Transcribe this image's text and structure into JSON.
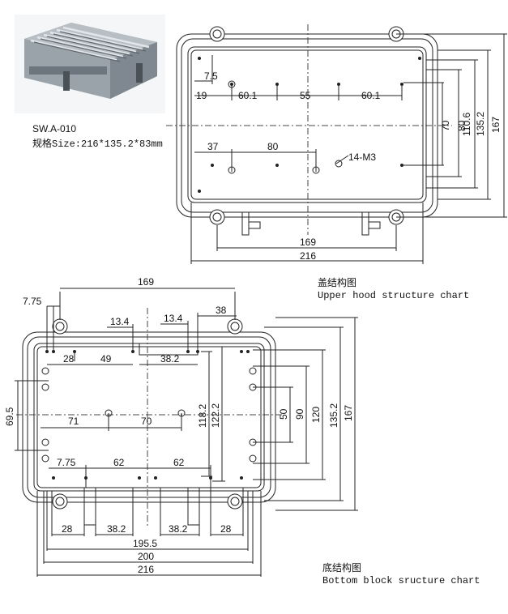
{
  "product": {
    "model": "SW.A-010",
    "spec_label": "规格Size:216*135.2*83mm"
  },
  "upper": {
    "caption_cn": "盖结构图",
    "caption_en": "Upper hood structure chart",
    "dims": {
      "d7_5": "7.5",
      "d19": "19",
      "d60_1_l": "60.1",
      "d55": "55",
      "d60_1_r": "60.1",
      "d37": "37",
      "d80": "80",
      "screw": "14-M3",
      "d70": "70",
      "d80v": "80",
      "d110_6": "110.6",
      "d135_2": "135.2",
      "d167": "167",
      "d169": "169",
      "d216": "216"
    }
  },
  "bottom": {
    "caption_cn": "底结构图",
    "caption_en": "Bottom block sructure chart",
    "dims": {
      "d169": "169",
      "d7_75_top": "7.75",
      "d13_4_a": "13.4",
      "d13_4_b": "13.4",
      "d38": "38",
      "d28_top": "28",
      "d49": "49",
      "d38_2_top": "38.2",
      "d69_5": "69.5",
      "d71": "71",
      "d70": "70",
      "d118_2": "118.2",
      "d122_2": "122.2",
      "d50": "50",
      "d90": "90",
      "d120": "120",
      "d135_2": "135.2",
      "d167": "167",
      "d7_75_bot": "7.75",
      "d62_l": "62",
      "d62_r": "62",
      "d28_bl": "28",
      "d38_2_bl": "38.2",
      "d38_2_br": "38.2",
      "d28_br": "28",
      "d195_5": "195.5",
      "d200": "200",
      "d216": "216"
    }
  }
}
